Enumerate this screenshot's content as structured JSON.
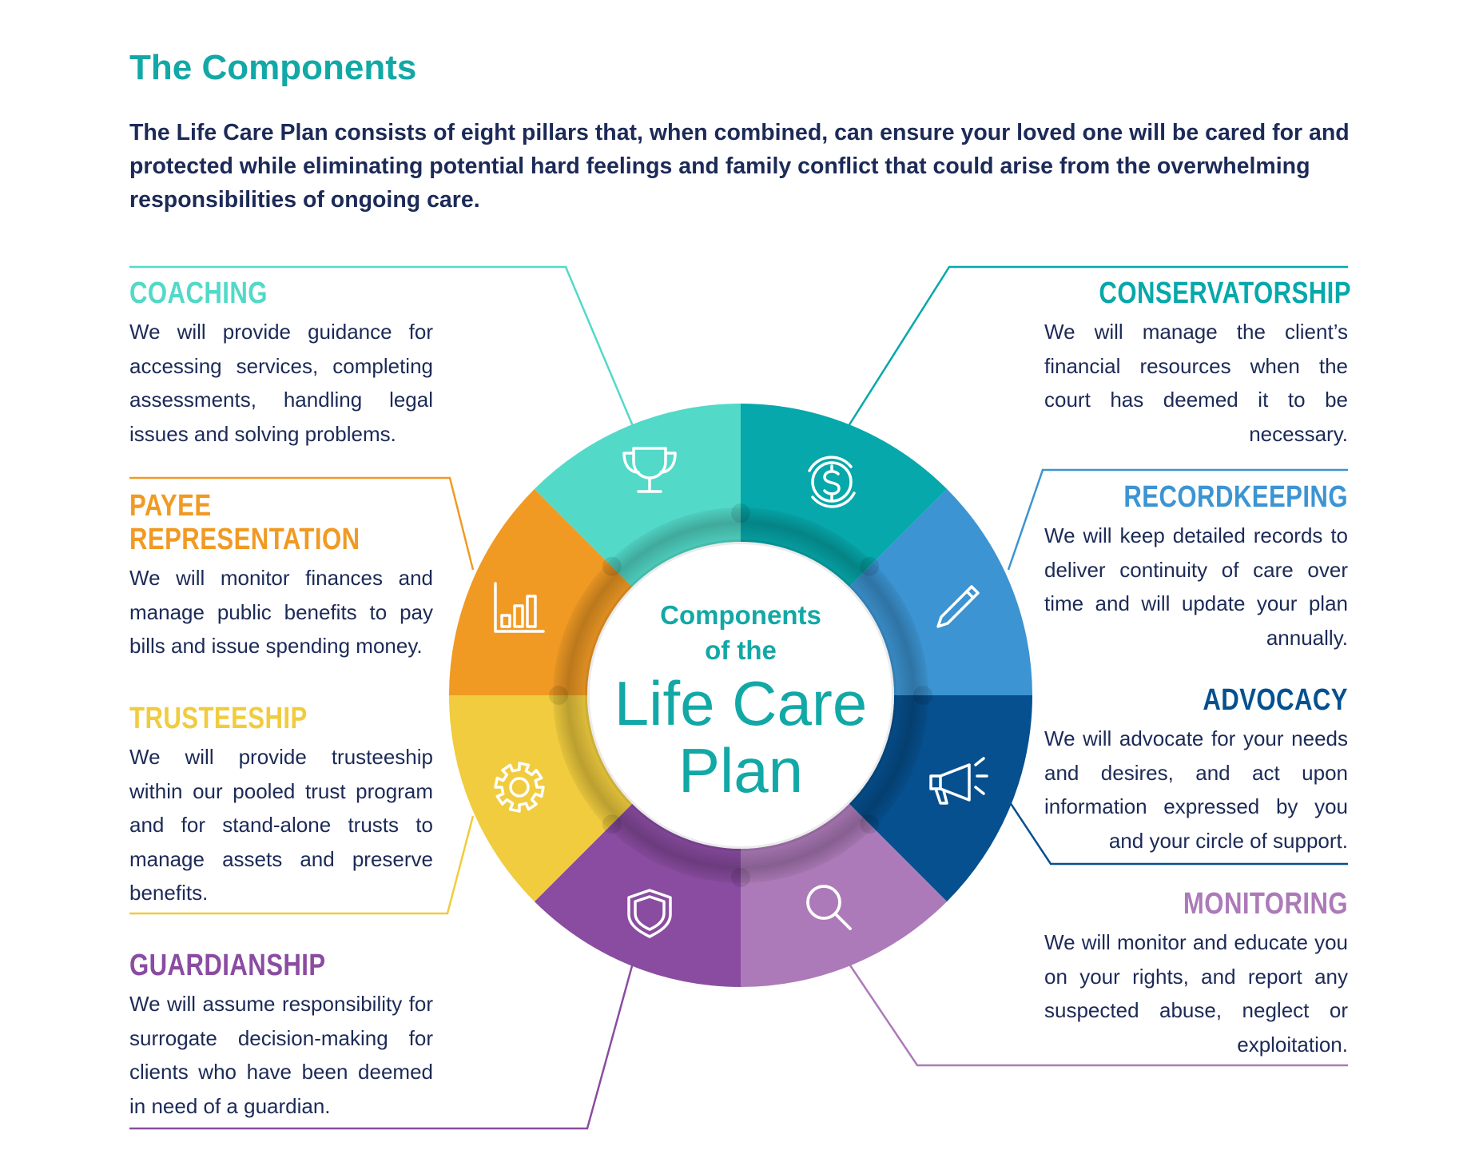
{
  "colors": {
    "title": "#12a8a6",
    "body_text": "#1c2a57",
    "coaching": "#52d9c8",
    "conservatorship": "#06a8ab",
    "recordkeeping": "#3c94d2",
    "advocacy": "#06508f",
    "monitoring": "#ac7ab8",
    "guardianship": "#8a4ca1",
    "trusteeship": "#f0cc3e",
    "payee": "#f09a24",
    "center_title": "#12a8a6"
  },
  "header": {
    "title": "The Components",
    "intro": "The Life Care Plan consists of eight pillars that, when combined, can ensure your loved one will be cared for and protected while eliminating potential hard feelings and family conflict that could arise from the overwhelming responsibilities of ongoing care."
  },
  "center": {
    "line1": "Components",
    "line2": "of the",
    "line3": "Life Care",
    "line4": "Plan"
  },
  "pillars": {
    "coaching": {
      "title": "COACHING",
      "icon": "trophy-icon",
      "description": "We will provide guidance for accessing services, completing assessments, handling legal issues and solving problems."
    },
    "payee": {
      "title_line1": "PAYEE",
      "title_line2": "REPRESENTATION",
      "icon": "bar-chart-icon",
      "description": "We will monitor finances and manage public benefits to pay bills and issue spending money."
    },
    "trusteeship": {
      "title": "TRUSTEESHIP",
      "icon": "gear-icon",
      "description": "We will provide trusteeship within our pooled trust program and for stand-alone trusts to manage assets and preserve benefits."
    },
    "guardianship": {
      "title": "GUARDIANSHIP",
      "icon": "shield-icon",
      "description": "We will assume responsibility for surrogate decision-making for clients who have been deemed in need of a guardian."
    },
    "conservatorship": {
      "title": "CONSERVATORSHIP",
      "icon": "dollar-icon",
      "description": "We will manage the client’s financial resources when the court has deemed it to be necessary."
    },
    "recordkeeping": {
      "title": "RECORDKEEPING",
      "icon": "pencil-icon",
      "description": "We will keep detailed records to deliver continuity of care over time and will update your plan annually."
    },
    "advocacy": {
      "title": "ADVOCACY",
      "icon": "megaphone-icon",
      "description": "We will advocate for your needs and desires, and act upon information expressed by you and your circle of support."
    },
    "monitoring": {
      "title": "MONITORING",
      "icon": "magnifier-icon",
      "description": "We will monitor and educate you on your rights, and report any suspected abuse, neglect or exploitation."
    }
  }
}
